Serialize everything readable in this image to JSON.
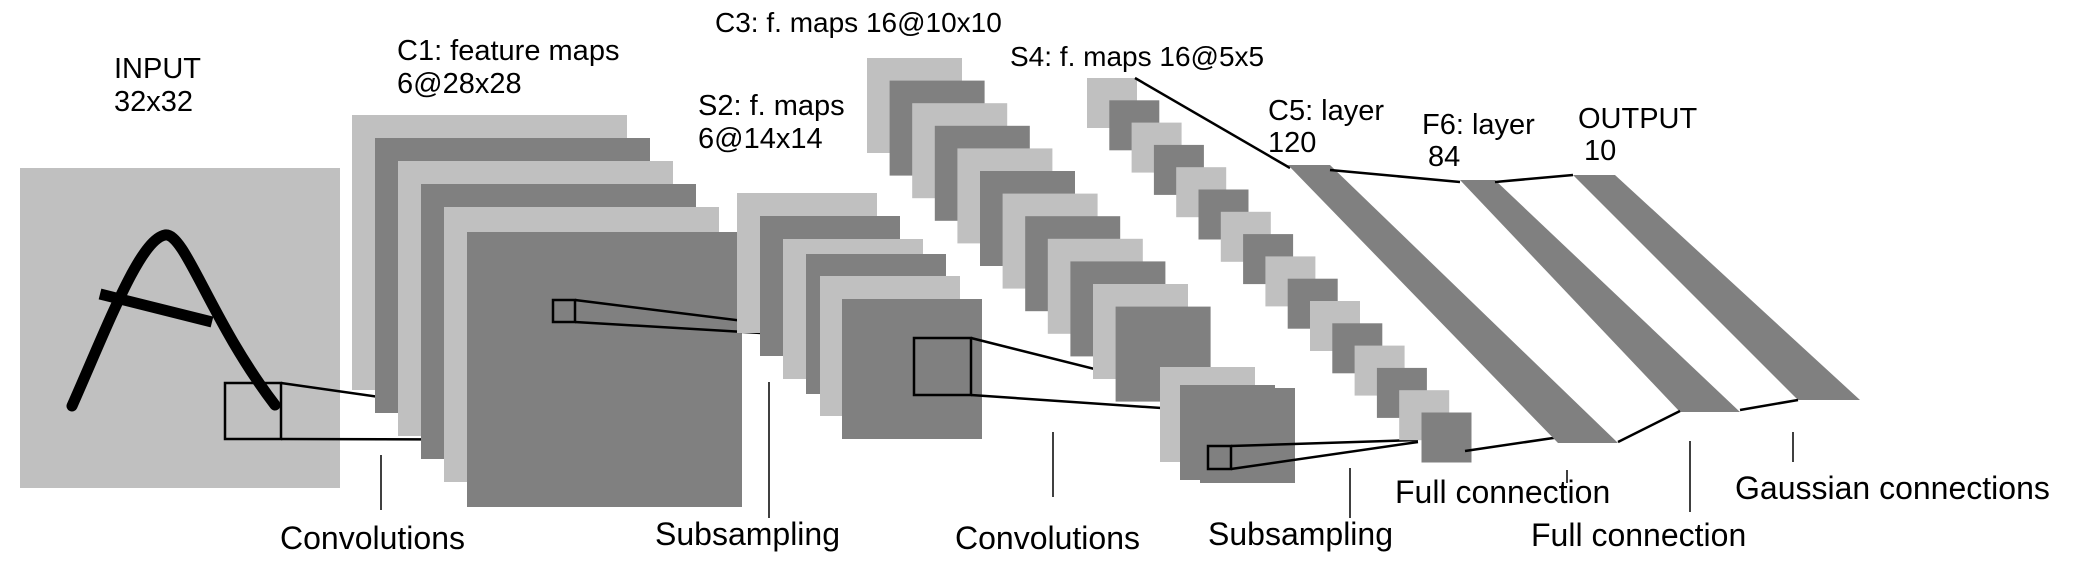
{
  "colors": {
    "light_map": "#c0c0c0",
    "dark_map": "#808080",
    "stroke": "#000000",
    "background": "#ffffff"
  },
  "layers": {
    "input": {
      "name": "INPUT",
      "size": "32x32"
    },
    "c1": {
      "name": "C1: feature maps",
      "size": "6@28x28"
    },
    "s2": {
      "name": "S2: f. maps",
      "size": "6@14x14"
    },
    "c3": {
      "name": "C3: f. maps 16@10x10"
    },
    "s4": {
      "name": "S4: f. maps 16@5x5"
    },
    "c5": {
      "name": "C5: layer",
      "size": "120"
    },
    "f6": {
      "name": "F6: layer",
      "size": "84"
    },
    "output": {
      "name": "OUTPUT",
      "size": "10"
    }
  },
  "operations": [
    "Convolutions",
    "Subsampling",
    "Convolutions",
    "Subsampling",
    "Full connection",
    "Full connection",
    "Gaussian connections"
  ]
}
